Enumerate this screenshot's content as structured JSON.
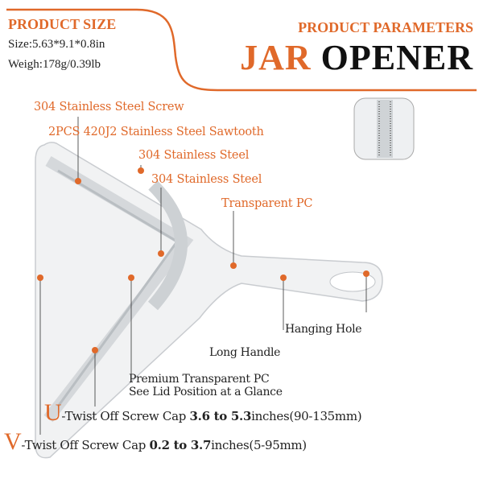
{
  "header": {
    "size_title": "PRODUCT SIZE",
    "size": "Size:5.63*9.1*0.8in",
    "weight": "Weigh:178g/0.39lb",
    "params_title": "PRODUCT PARAMETERS",
    "product_name_accent": "JAR",
    "product_name": "OPENER"
  },
  "labels": {
    "screw": "304 Stainless Steel Screw",
    "sawtooth": "2PCS 420J2 Stainless Steel Sawtooth",
    "steel1": "304 Stainless Steel",
    "steel2": "304 Stainless Steel",
    "pc": "Transparent PC",
    "hole": "Hanging Hole",
    "handle": "Long Handle",
    "premium1": "Premium Transparent PC",
    "premium2": "See Lid Position at a Glance"
  },
  "specs": {
    "u_letter": "U",
    "u_text": "-Twist Off Screw Cap ",
    "u_range": "3.6 to 5.3",
    "u_unit": "inches(90-135mm)",
    "v_letter": "V",
    "v_text": "-Twist Off Screw Cap ",
    "v_range": "0.2 to 3.7",
    "v_unit": "inches(5-95mm)"
  },
  "colors": {
    "accent": "#e0692a"
  }
}
